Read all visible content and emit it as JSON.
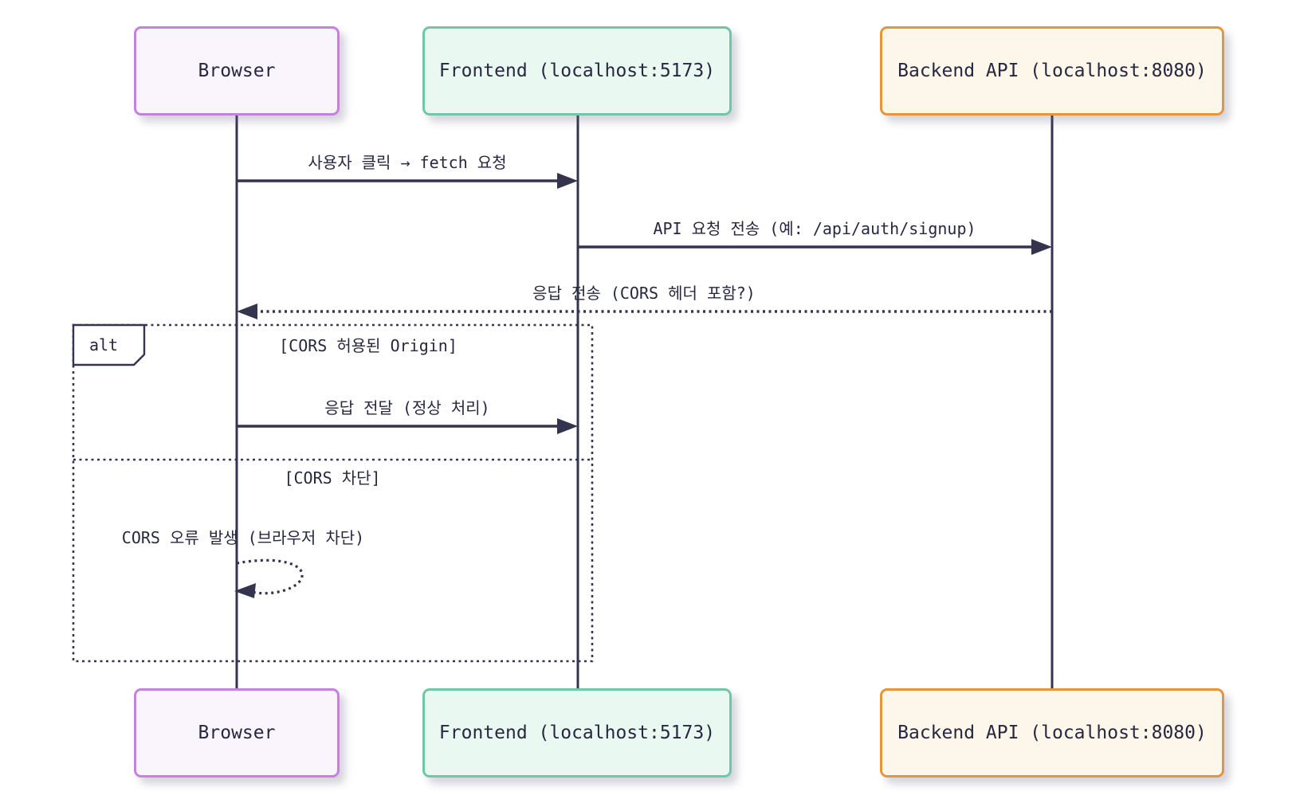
{
  "diagram_type": "sequence",
  "participants": [
    {
      "id": "browser",
      "label": "Browser",
      "fill": "#faf4fc",
      "border": "#c77fe0"
    },
    {
      "id": "frontend",
      "label": "Frontend (localhost:5173)",
      "fill": "#e9f9f2",
      "border": "#6fc7a7"
    },
    {
      "id": "backend",
      "label": "Backend API (localhost:8080)",
      "fill": "#fdf6ea",
      "border": "#e5963c"
    }
  ],
  "messages": [
    {
      "from": "Browser",
      "to": "Frontend (localhost:5173)",
      "text": "사용자 클릭 → fetch 요청",
      "line": "solid"
    },
    {
      "from": "Frontend (localhost:5173)",
      "to": "Backend API (localhost:8080)",
      "text": "API 요청 전송 (예: /api/auth/signup)",
      "line": "solid"
    },
    {
      "from": "Backend API (localhost:8080)",
      "to": "Browser",
      "text": "응답 전송 (CORS 헤더 포함?)",
      "line": "dotted"
    }
  ],
  "alt_block": {
    "operator": "alt",
    "branches": [
      {
        "condition": "[CORS 허용된 Origin]",
        "messages": [
          {
            "from": "Browser",
            "to": "Frontend (localhost:5173)",
            "text": "응답 전달 (정상 처리)",
            "line": "solid"
          }
        ]
      },
      {
        "condition": "[CORS 차단]",
        "messages": [
          {
            "from": "Browser",
            "to": "Browser",
            "text": "CORS 오류 발생 (브라우저 차단)",
            "line": "dotted-self"
          }
        ]
      }
    ]
  },
  "colors": {
    "background": "#ffffff",
    "text": "#27273f",
    "line": "#34344e",
    "browser_fill": "#faf4fc",
    "browser_border": "#c77fe0",
    "frontend_fill": "#e9f9f2",
    "frontend_border": "#6fc7a7",
    "backend_fill": "#fdf6ea",
    "backend_border": "#e5963c"
  }
}
